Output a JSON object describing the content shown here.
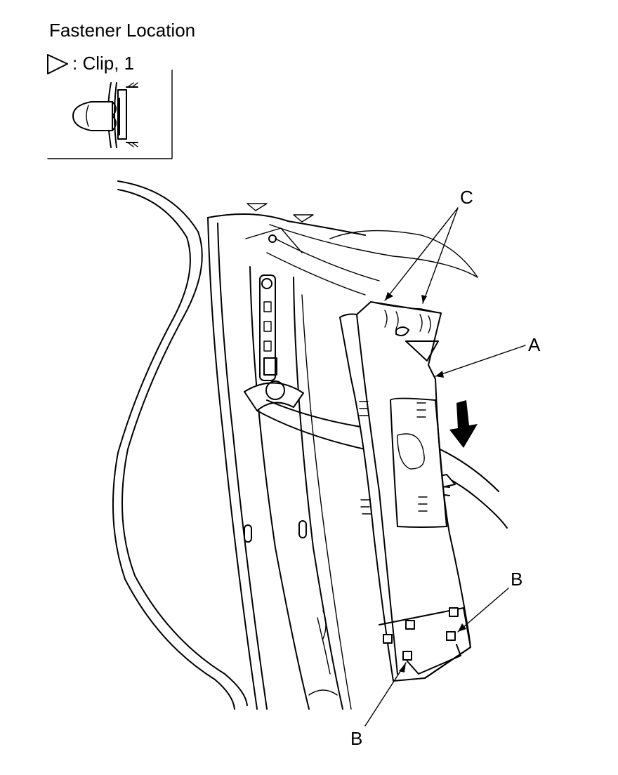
{
  "legend": {
    "title": "Fastener Location",
    "clip_label": ": Clip, 1"
  },
  "callouts": {
    "a": "A",
    "b_upper": "B",
    "b_lower": "B",
    "c": "C"
  }
}
